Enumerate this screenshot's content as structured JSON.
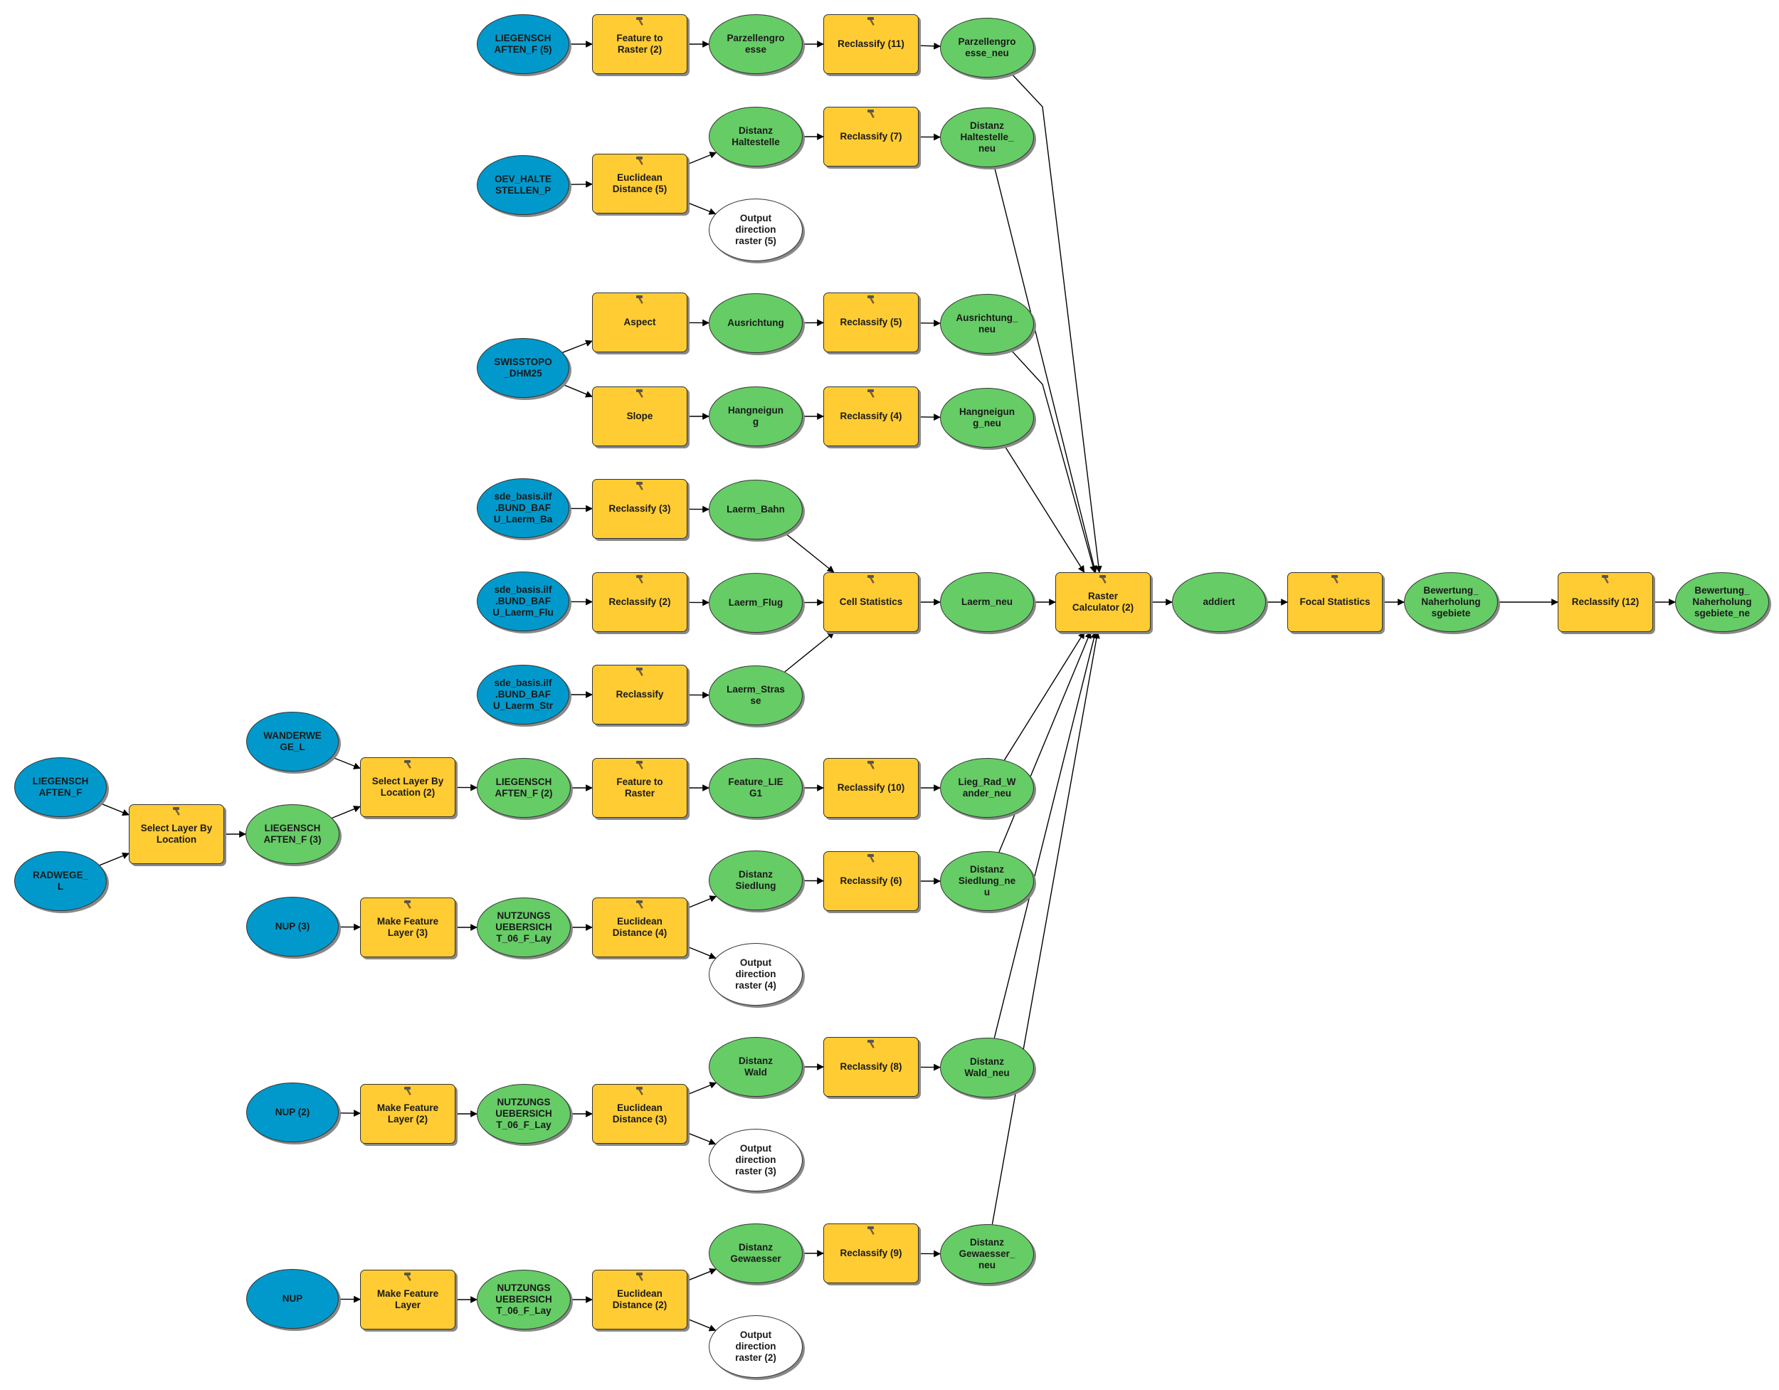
{
  "colors": {
    "input": "#0199cc",
    "derived": "#66cc66",
    "output": "#ffffff",
    "tool": "#ffcc33",
    "edge": "#000000"
  },
  "tool_icon": "hammer-icon",
  "nodes": [
    {
      "id": "liegenschaften_f5",
      "kind": "input",
      "label": "LIEGENSCH\nAFTEN_F (5)"
    },
    {
      "id": "feature_to_raster2",
      "kind": "tool",
      "label": "Feature to\nRaster (2)"
    },
    {
      "id": "parzellengrosse",
      "kind": "derived",
      "label": "Parzellengro\nesse"
    },
    {
      "id": "reclassify11",
      "kind": "tool",
      "label": "Reclassify (11)"
    },
    {
      "id": "parzellengrosse_neu",
      "kind": "derived",
      "label": "Parzellengro\nesse_neu"
    },
    {
      "id": "oev_haltestellen",
      "kind": "input",
      "label": "OEV_HALTE\nSTELLEN_P"
    },
    {
      "id": "euclidean5",
      "kind": "tool",
      "label": "Euclidean\nDistance (5)"
    },
    {
      "id": "distanz_haltestelle",
      "kind": "derived",
      "label": "Distanz\nHaltestelle"
    },
    {
      "id": "output_dir5",
      "kind": "output",
      "label": "Output\ndirection\nraster (5)"
    },
    {
      "id": "reclassify7",
      "kind": "tool",
      "label": "Reclassify (7)"
    },
    {
      "id": "distanz_haltestelle_neu",
      "kind": "derived",
      "label": "Distanz\nHaltestelle_\nneu"
    },
    {
      "id": "swisstopo",
      "kind": "input",
      "label": "SWISSTOPO\n_DHM25"
    },
    {
      "id": "aspect",
      "kind": "tool",
      "label": "Aspect"
    },
    {
      "id": "ausrichtung",
      "kind": "derived",
      "label": "Ausrichtung"
    },
    {
      "id": "reclassify5",
      "kind": "tool",
      "label": "Reclassify (5)"
    },
    {
      "id": "ausrichtung_neu",
      "kind": "derived",
      "label": "Ausrichtung_\nneu"
    },
    {
      "id": "slope",
      "kind": "tool",
      "label": "Slope"
    },
    {
      "id": "hangneigung",
      "kind": "derived",
      "label": "Hangneigun\ng"
    },
    {
      "id": "reclassify4",
      "kind": "tool",
      "label": "Reclassify (4)"
    },
    {
      "id": "hangneigung_neu",
      "kind": "derived",
      "label": "Hangneigun\ng_neu"
    },
    {
      "id": "laerm_ba_in",
      "kind": "input",
      "label": "sde_basis.ilf\n.BUND_BAF\nU_Laerm_Ba"
    },
    {
      "id": "reclassify3",
      "kind": "tool",
      "label": "Reclassify (3)"
    },
    {
      "id": "laerm_bahn",
      "kind": "derived",
      "label": "Laerm_Bahn"
    },
    {
      "id": "laerm_flu_in",
      "kind": "input",
      "label": "sde_basis.ilf\n.BUND_BAF\nU_Laerm_Flu"
    },
    {
      "id": "reclassify2",
      "kind": "tool",
      "label": "Reclassify (2)"
    },
    {
      "id": "laerm_flug",
      "kind": "derived",
      "label": "Laerm_Flug"
    },
    {
      "id": "laerm_str_in",
      "kind": "input",
      "label": "sde_basis.ilf\n.BUND_BAF\nU_Laerm_Str"
    },
    {
      "id": "reclassify",
      "kind": "tool",
      "label": "Reclassify"
    },
    {
      "id": "laerm_strasse",
      "kind": "derived",
      "label": "Laerm_Stras\nse"
    },
    {
      "id": "cell_statistics",
      "kind": "tool",
      "label": "Cell Statistics"
    },
    {
      "id": "laerm_neu",
      "kind": "derived",
      "label": "Laerm_neu"
    },
    {
      "id": "raster_calculator",
      "kind": "tool",
      "label": "Raster\nCalculator (2)"
    },
    {
      "id": "addiert",
      "kind": "derived",
      "label": "addiert"
    },
    {
      "id": "focal_statistics",
      "kind": "tool",
      "label": "Focal Statistics"
    },
    {
      "id": "bewertung",
      "kind": "derived",
      "label": "Bewertung_\nNaherholung\nsgebiete"
    },
    {
      "id": "reclassify12",
      "kind": "tool",
      "label": "Reclassify (12)"
    },
    {
      "id": "bewertung_neu",
      "kind": "derived",
      "label": "Bewertung_\nNaherholung\nsgebiete_ne"
    },
    {
      "id": "liegenschaften_f",
      "kind": "input",
      "label": "LIEGENSCH\nAFTEN_F"
    },
    {
      "id": "radwege",
      "kind": "input",
      "label": "RADWEGE_\nL"
    },
    {
      "id": "select_by_location",
      "kind": "tool",
      "label": "Select Layer By\nLocation"
    },
    {
      "id": "liegenschaften_f3",
      "kind": "derived",
      "label": "LIEGENSCH\nAFTEN_F (3)"
    },
    {
      "id": "wanderwege",
      "kind": "input",
      "label": "WANDERWE\nGE_L"
    },
    {
      "id": "select_by_location2",
      "kind": "tool",
      "label": "Select Layer By\nLocation (2)"
    },
    {
      "id": "liegenschaften_f2",
      "kind": "derived",
      "label": "LIEGENSCH\nAFTEN_F (2)"
    },
    {
      "id": "feature_to_raster",
      "kind": "tool",
      "label": "Feature to\nRaster"
    },
    {
      "id": "feature_lieg1",
      "kind": "derived",
      "label": "Feature_LIE\nG1"
    },
    {
      "id": "reclassify10",
      "kind": "tool",
      "label": "Reclassify (10)"
    },
    {
      "id": "lieg_rad_wander_neu",
      "kind": "derived",
      "label": "Lieg_Rad_W\nander_neu"
    },
    {
      "id": "nup3",
      "kind": "input",
      "label": "NUP (3)"
    },
    {
      "id": "make_feature_layer3",
      "kind": "tool",
      "label": "Make Feature\nLayer (3)"
    },
    {
      "id": "nutzung3",
      "kind": "derived",
      "label": "NUTZUNGS\nUEBERSICH\nT_06_F_Lay"
    },
    {
      "id": "euclidean4",
      "kind": "tool",
      "label": "Euclidean\nDistance (4)"
    },
    {
      "id": "distanz_siedlung",
      "kind": "derived",
      "label": "Distanz\nSiedlung"
    },
    {
      "id": "output_dir4",
      "kind": "output",
      "label": "Output\ndirection\nraster (4)"
    },
    {
      "id": "reclassify6",
      "kind": "tool",
      "label": "Reclassify (6)"
    },
    {
      "id": "distanz_siedlung_neu",
      "kind": "derived",
      "label": "Distanz\nSiedlung_ne\nu"
    },
    {
      "id": "nup2",
      "kind": "input",
      "label": "NUP (2)"
    },
    {
      "id": "make_feature_layer2",
      "kind": "tool",
      "label": "Make Feature\nLayer (2)"
    },
    {
      "id": "nutzung2",
      "kind": "derived",
      "label": "NUTZUNGS\nUEBERSICH\nT_06_F_Lay"
    },
    {
      "id": "euclidean3",
      "kind": "tool",
      "label": "Euclidean\nDistance (3)"
    },
    {
      "id": "distanz_wald",
      "kind": "derived",
      "label": "Distanz\nWald"
    },
    {
      "id": "output_dir3",
      "kind": "output",
      "label": "Output\ndirection\nraster (3)"
    },
    {
      "id": "reclassify8",
      "kind": "tool",
      "label": "Reclassify (8)"
    },
    {
      "id": "distanz_wald_neu",
      "kind": "derived",
      "label": "Distanz\nWald_neu"
    },
    {
      "id": "nup",
      "kind": "input",
      "label": "NUP"
    },
    {
      "id": "make_feature_layer",
      "kind": "tool",
      "label": "Make Feature\nLayer"
    },
    {
      "id": "nutzung1",
      "kind": "derived",
      "label": "NUTZUNGS\nUEBERSICH\nT_06_F_Lay"
    },
    {
      "id": "euclidean2",
      "kind": "tool",
      "label": "Euclidean\nDistance (2)"
    },
    {
      "id": "distanz_gewaesser",
      "kind": "derived",
      "label": "Distanz\nGewaesser"
    },
    {
      "id": "output_dir2",
      "kind": "output",
      "label": "Output\ndirection\nraster (2)"
    },
    {
      "id": "reclassify9",
      "kind": "tool",
      "label": "Reclassify (9)"
    },
    {
      "id": "distanz_gewaesser_neu",
      "kind": "derived",
      "label": "Distanz\nGewaesser_\nneu"
    }
  ],
  "edges": [
    [
      "liegenschaften_f5",
      "feature_to_raster2"
    ],
    [
      "feature_to_raster2",
      "parzellengrosse"
    ],
    [
      "parzellengrosse",
      "reclassify11"
    ],
    [
      "reclassify11",
      "parzellengrosse_neu"
    ],
    [
      "oev_haltestellen",
      "euclidean5"
    ],
    [
      "euclidean5",
      "distanz_haltestelle"
    ],
    [
      "euclidean5",
      "output_dir5"
    ],
    [
      "distanz_haltestelle",
      "reclassify7"
    ],
    [
      "reclassify7",
      "distanz_haltestelle_neu"
    ],
    [
      "swisstopo",
      "aspect"
    ],
    [
      "swisstopo",
      "slope"
    ],
    [
      "aspect",
      "ausrichtung"
    ],
    [
      "ausrichtung",
      "reclassify5"
    ],
    [
      "reclassify5",
      "ausrichtung_neu"
    ],
    [
      "slope",
      "hangneigung"
    ],
    [
      "hangneigung",
      "reclassify4"
    ],
    [
      "reclassify4",
      "hangneigung_neu"
    ],
    [
      "laerm_ba_in",
      "reclassify3"
    ],
    [
      "reclassify3",
      "laerm_bahn"
    ],
    [
      "laerm_flu_in",
      "reclassify2"
    ],
    [
      "reclassify2",
      "laerm_flug"
    ],
    [
      "laerm_str_in",
      "reclassify"
    ],
    [
      "reclassify",
      "laerm_strasse"
    ],
    [
      "laerm_bahn",
      "cell_statistics"
    ],
    [
      "laerm_flug",
      "cell_statistics"
    ],
    [
      "laerm_strasse",
      "cell_statistics"
    ],
    [
      "cell_statistics",
      "laerm_neu"
    ],
    [
      "laerm_neu",
      "raster_calculator"
    ],
    [
      "raster_calculator",
      "addiert"
    ],
    [
      "addiert",
      "focal_statistics"
    ],
    [
      "focal_statistics",
      "bewertung"
    ],
    [
      "bewertung",
      "reclassify12"
    ],
    [
      "reclassify12",
      "bewertung_neu"
    ],
    [
      "liegenschaften_f",
      "select_by_location"
    ],
    [
      "radwege",
      "select_by_location"
    ],
    [
      "select_by_location",
      "liegenschaften_f3"
    ],
    [
      "wanderwege",
      "select_by_location2"
    ],
    [
      "liegenschaften_f3",
      "select_by_location2"
    ],
    [
      "select_by_location2",
      "liegenschaften_f2"
    ],
    [
      "liegenschaften_f2",
      "feature_to_raster"
    ],
    [
      "feature_to_raster",
      "feature_lieg1"
    ],
    [
      "feature_lieg1",
      "reclassify10"
    ],
    [
      "reclassify10",
      "lieg_rad_wander_neu"
    ],
    [
      "nup3",
      "make_feature_layer3"
    ],
    [
      "make_feature_layer3",
      "nutzung3"
    ],
    [
      "nutzung3",
      "euclidean4"
    ],
    [
      "euclidean4",
      "distanz_siedlung"
    ],
    [
      "euclidean4",
      "output_dir4"
    ],
    [
      "distanz_siedlung",
      "reclassify6"
    ],
    [
      "reclassify6",
      "distanz_siedlung_neu"
    ],
    [
      "nup2",
      "make_feature_layer2"
    ],
    [
      "make_feature_layer2",
      "nutzung2"
    ],
    [
      "nutzung2",
      "euclidean3"
    ],
    [
      "euclidean3",
      "distanz_wald"
    ],
    [
      "euclidean3",
      "output_dir3"
    ],
    [
      "distanz_wald",
      "reclassify8"
    ],
    [
      "reclassify8",
      "distanz_wald_neu"
    ],
    [
      "nup",
      "make_feature_layer"
    ],
    [
      "make_feature_layer",
      "nutzung1"
    ],
    [
      "nutzung1",
      "euclidean2"
    ],
    [
      "euclidean2",
      "distanz_gewaesser"
    ],
    [
      "euclidean2",
      "output_dir2"
    ],
    [
      "distanz_gewaesser",
      "reclassify9"
    ],
    [
      "reclassify9",
      "distanz_gewaesser_neu"
    ],
    [
      "parzellengrosse_neu",
      "raster_calculator"
    ],
    [
      "distanz_haltestelle_neu",
      "raster_calculator"
    ],
    [
      "ausrichtung_neu",
      "raster_calculator"
    ],
    [
      "hangneigung_neu",
      "raster_calculator"
    ],
    [
      "lieg_rad_wander_neu",
      "raster_calculator"
    ],
    [
      "distanz_siedlung_neu",
      "raster_calculator"
    ],
    [
      "distanz_wald_neu",
      "raster_calculator"
    ],
    [
      "distanz_gewaesser_neu",
      "raster_calculator"
    ]
  ]
}
